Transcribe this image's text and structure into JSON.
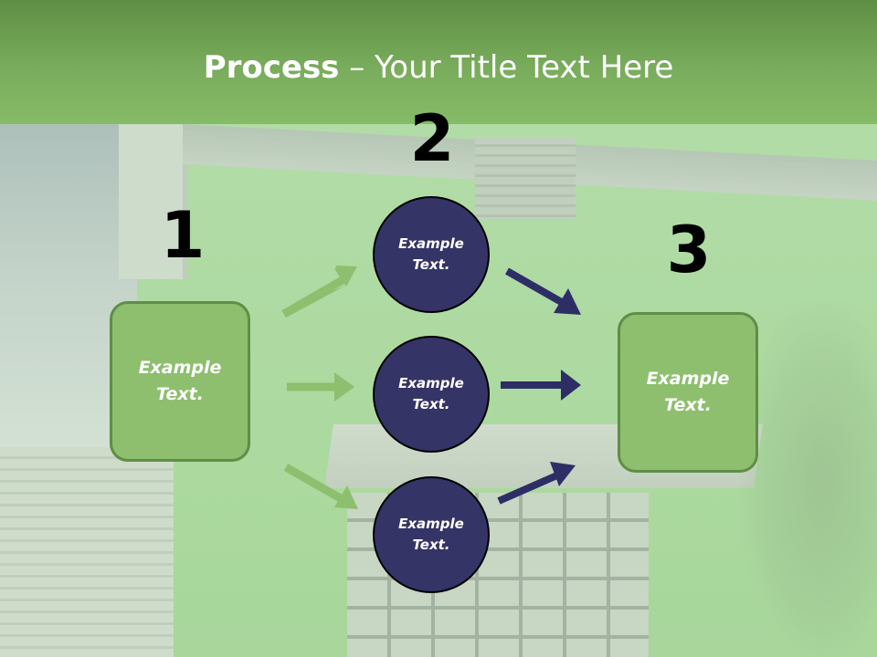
{
  "title": {
    "bold": "Process",
    "rest": " – Your Title Text Here"
  },
  "steps": {
    "one": "1",
    "two": "2",
    "three": "3"
  },
  "boxes": {
    "left": "Example Text.",
    "right": "Example Text."
  },
  "circles": {
    "top": "Example Text.",
    "middle": "Example Text.",
    "bottom": "Example Text."
  },
  "colors": {
    "title_bar": "#79ac5c",
    "box_fill": "#8dbf6e",
    "circle_fill": "#343466",
    "green_arrow": "#8dbf6e",
    "navy_arrow": "#2e2e66"
  }
}
